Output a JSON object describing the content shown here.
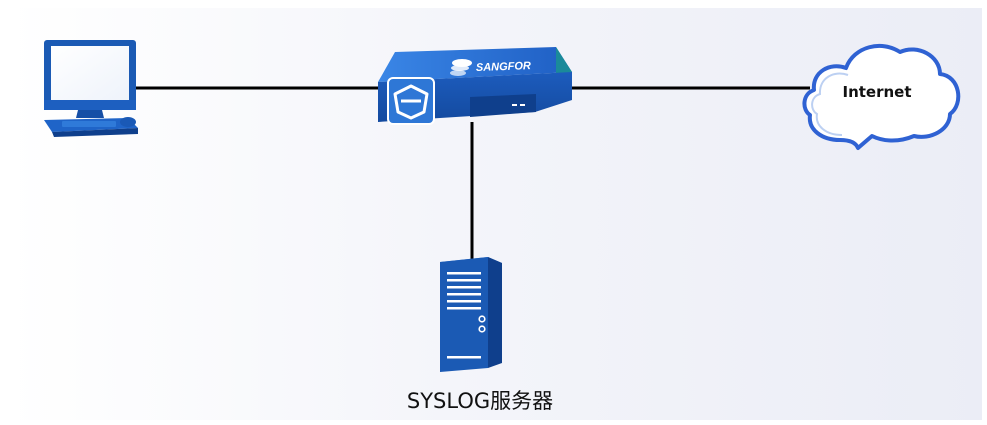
{
  "colors": {
    "device_blue": "#1b5ab4",
    "device_dark": "#0f3f8c",
    "teal_side": "#1a8a9a",
    "link_line": "#000000",
    "cloud_outline": "#2f62d3"
  },
  "nodes": {
    "pc": {
      "icon": "desktop-computer-icon"
    },
    "firewall": {
      "icon": "firewall-appliance-icon",
      "brand": "SANGFOR"
    },
    "cloud": {
      "icon": "cloud-icon",
      "label": "Internet"
    },
    "server": {
      "icon": "server-tower-icon",
      "label": "SYSLOG服务器"
    }
  },
  "links": [
    {
      "from": "pc",
      "to": "firewall"
    },
    {
      "from": "firewall",
      "to": "cloud"
    },
    {
      "from": "firewall",
      "to": "server"
    }
  ]
}
